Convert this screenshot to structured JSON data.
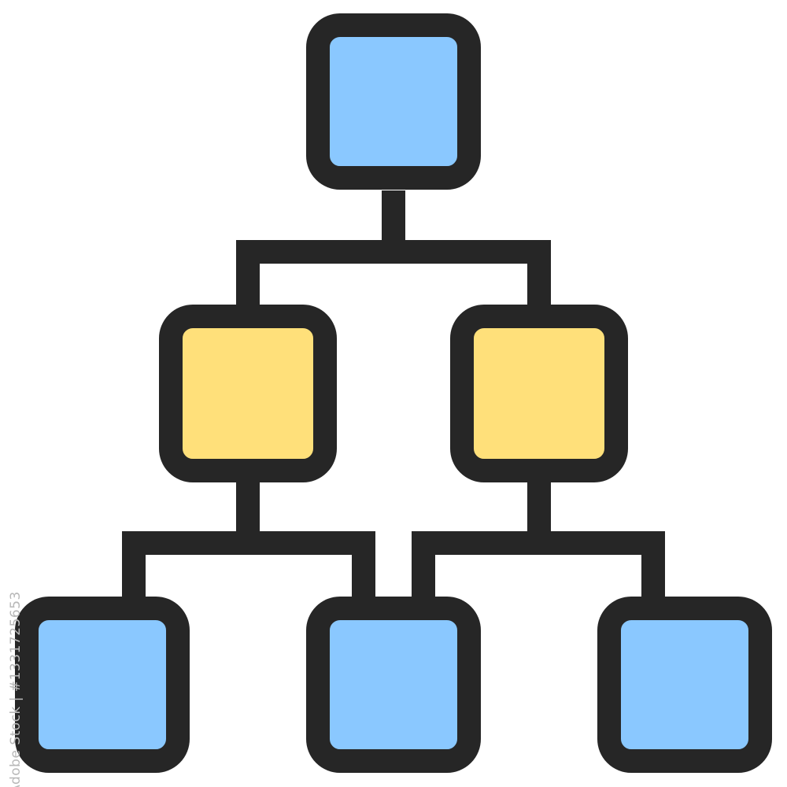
{
  "icon": {
    "name": "hierarchy-org-chart-icon",
    "outline_color": "#262626",
    "colors": {
      "top_level": "#8AC8FF",
      "middle_level": "#FFE07A",
      "bottom_level": "#8AC8FF"
    },
    "levels": [
      {
        "level": 1,
        "node_count": 1
      },
      {
        "level": 2,
        "node_count": 2
      },
      {
        "level": 3,
        "node_count": 3
      }
    ]
  },
  "watermark": {
    "stock_id_text": "Adobe Stock | #1331725653"
  }
}
